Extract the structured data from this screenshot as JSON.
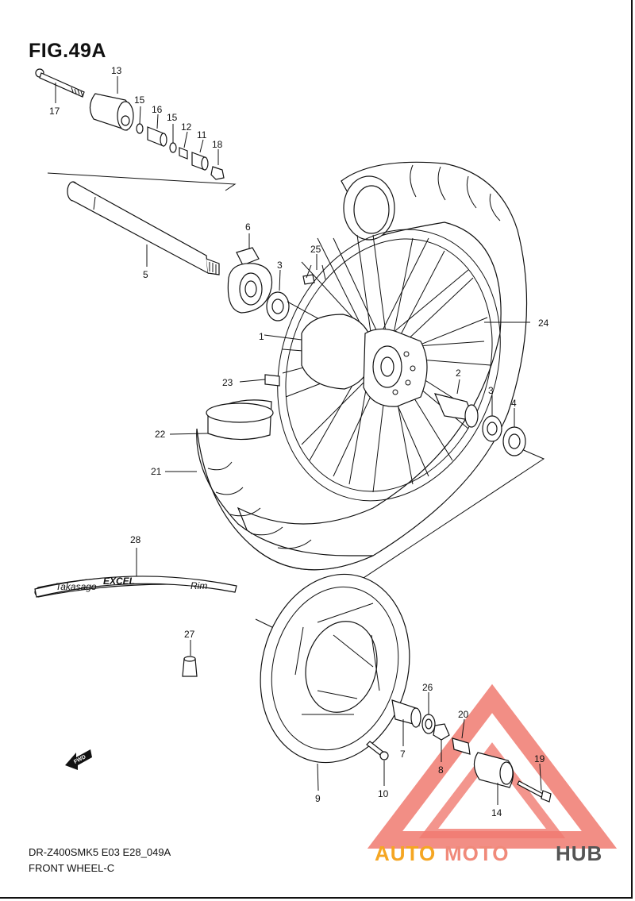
{
  "figure": {
    "title": "FIG.49A",
    "model_code": "DR-Z400SMK5 E03 E28_049A",
    "section_name": "FRONT WHEEL-C"
  },
  "rim_decal": {
    "brand_left": "Takasago",
    "brand_main": "EXCEL",
    "brand_right": "Rim"
  },
  "fwd_marker": "FWD",
  "watermark": {
    "text_auto": "AUTO",
    "text_moto": "MOTO",
    "text_hub": "HUB",
    "colors": {
      "auto": "#f5a623",
      "moto": "#f08a7a",
      "hub": "#555555",
      "triangle": "#f07a70"
    }
  },
  "callouts": [
    {
      "num": "1"
    },
    {
      "num": "2"
    },
    {
      "num": "3"
    },
    {
      "num": "3"
    },
    {
      "num": "4"
    },
    {
      "num": "5"
    },
    {
      "num": "6"
    },
    {
      "num": "7"
    },
    {
      "num": "8"
    },
    {
      "num": "9"
    },
    {
      "num": "10"
    },
    {
      "num": "11"
    },
    {
      "num": "12"
    },
    {
      "num": "13"
    },
    {
      "num": "14"
    },
    {
      "num": "15"
    },
    {
      "num": "15"
    },
    {
      "num": "16"
    },
    {
      "num": "17"
    },
    {
      "num": "18"
    },
    {
      "num": "19"
    },
    {
      "num": "20"
    },
    {
      "num": "21"
    },
    {
      "num": "22"
    },
    {
      "num": "23"
    },
    {
      "num": "24"
    },
    {
      "num": "25"
    },
    {
      "num": "26"
    },
    {
      "num": "27"
    },
    {
      "num": "28"
    }
  ]
}
